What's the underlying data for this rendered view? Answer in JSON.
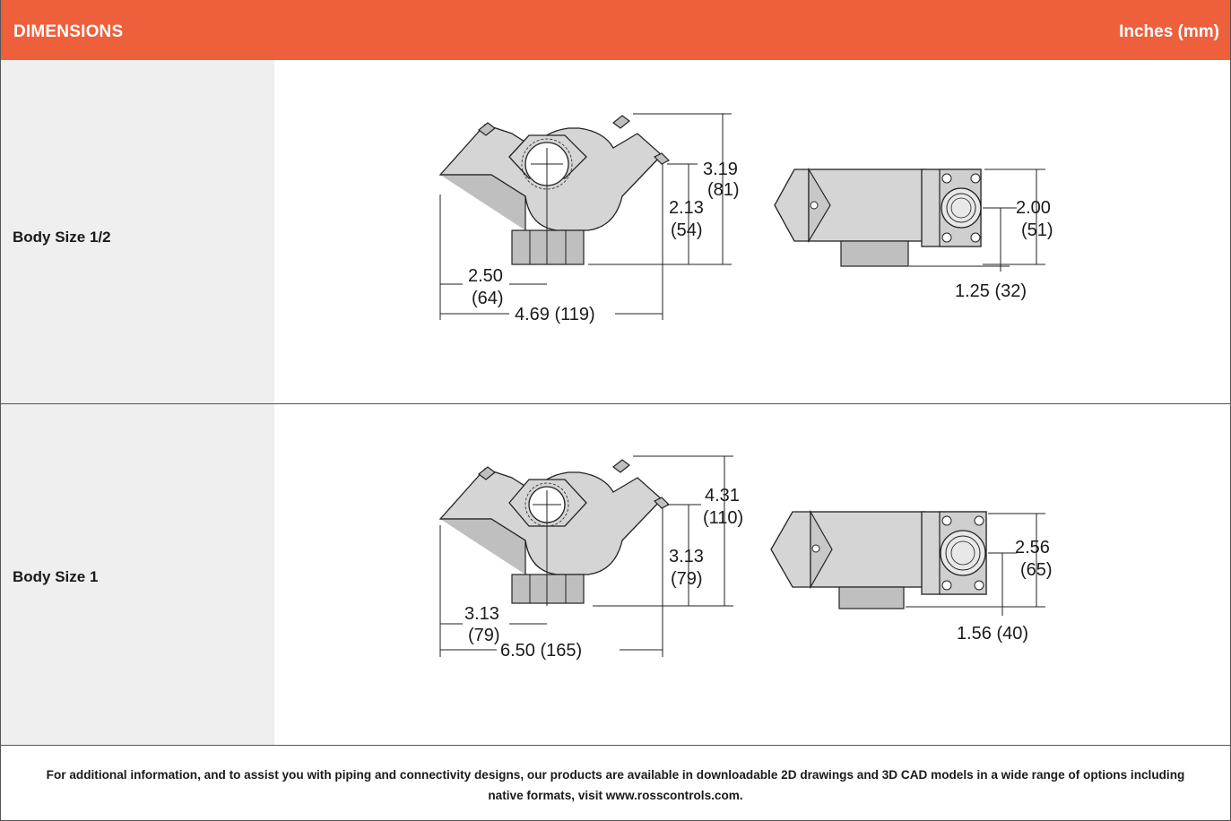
{
  "header": {
    "title": "DIMENSIONS",
    "units": "Inches (mm)"
  },
  "rows": [
    {
      "label": "Body Size 1/2",
      "dims": {
        "height_total": "3.19",
        "height_total_mm": "(81)",
        "height_center": "2.13",
        "height_center_mm": "(54)",
        "half_width": "2.50",
        "half_width_mm": "(64)",
        "width_total": "4.69 (119)",
        "side_height": "2.00",
        "side_height_mm": "(51)",
        "side_offset": "1.25 (32)"
      }
    },
    {
      "label": "Body Size 1",
      "dims": {
        "height_total": "4.31",
        "height_total_mm": "(110)",
        "height_center": "3.13",
        "height_center_mm": "(79)",
        "half_width": "3.13",
        "half_width_mm": "(79)",
        "width_total": "6.50 (165)",
        "side_height": "2.56",
        "side_height_mm": "(65)",
        "side_offset": "1.56 (40)"
      }
    }
  ],
  "footer": {
    "note": "For additional information, and to assist you with piping and connectivity designs, our products are available in downloadable 2D drawings and 3D CAD models in a wide range of options including native formats, visit www.rosscontrols.com."
  }
}
